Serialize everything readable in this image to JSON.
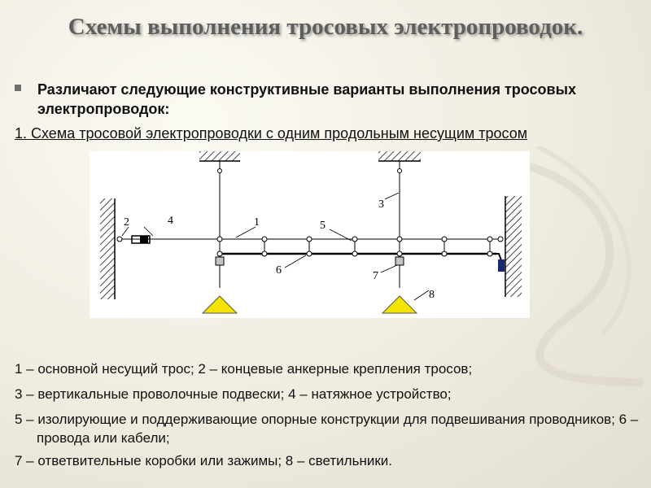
{
  "slide": {
    "title": "Схемы выполнения тросовых электропроводок.",
    "bullet": "Различают следующие конструктивные варианты выполнения тросовых электропроводок:",
    "scheme_caption": "1. Схема тросовой электропроводки с одним продольным несущим тросом"
  },
  "diagram": {
    "labels": {
      "n1": "1",
      "n2": "2",
      "n3": "3",
      "n4": "4",
      "n5": "5",
      "n6": "6",
      "n7": "7",
      "n8": "8"
    }
  },
  "legend": [
    "1 – основной несущий трос; 2 – концевые анкерные крепления тросов;",
    "3 – вертикальные проволочные подвески; 4 – натяжное устройство;",
    "5 – изолирующие и поддерживающие опорные конструкции для подвешивания проводников; 6 – провода или кабели;",
    "7 – ответвительные коробки или зажимы; 8 – светильники."
  ],
  "colors": {
    "title": "#5e5e5e",
    "lamp": "#f4e300",
    "end_box": "#1a2a6e",
    "junction_box": "#c4c4c4"
  }
}
